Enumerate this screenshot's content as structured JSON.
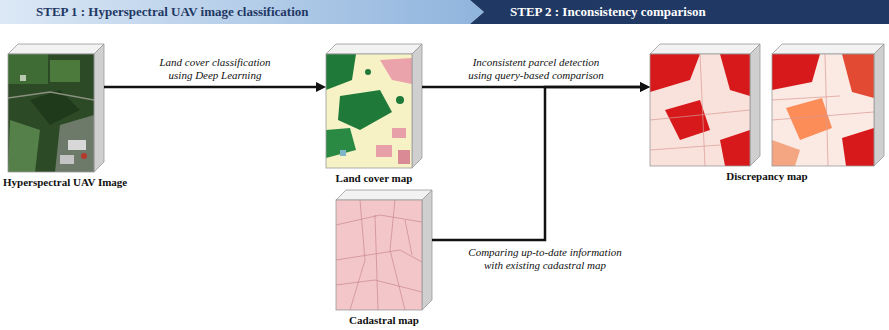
{
  "diagram": {
    "nodes": [
      {
        "text": [
          "STEP 1 : Hyperspectral UAV image classification"
        ]
      },
      {
        "text": [
          "STEP 2 : Inconsistency comparison"
        ]
      },
      {
        "text": [
          "Hyperspectral UAV Image"
        ]
      },
      {
        "text": [
          "Land cover map"
        ]
      },
      {
        "text": [
          "Cadastral map"
        ]
      },
      {
        "text": [
          "Discrepancy map"
        ]
      }
    ],
    "edges": [
      {
        "from": 2,
        "to": 3,
        "arrow": "to",
        "label": "Land cover classification using Deep Learning"
      },
      {
        "from": 3,
        "to": 5,
        "arrow": "to",
        "label": "Inconsistent parcel detection using query-based comparison"
      },
      {
        "from": 4,
        "to": 5,
        "arrow": "to",
        "label": "Comparing up-to-date information with existing cadastral map"
      }
    ]
  }
}
